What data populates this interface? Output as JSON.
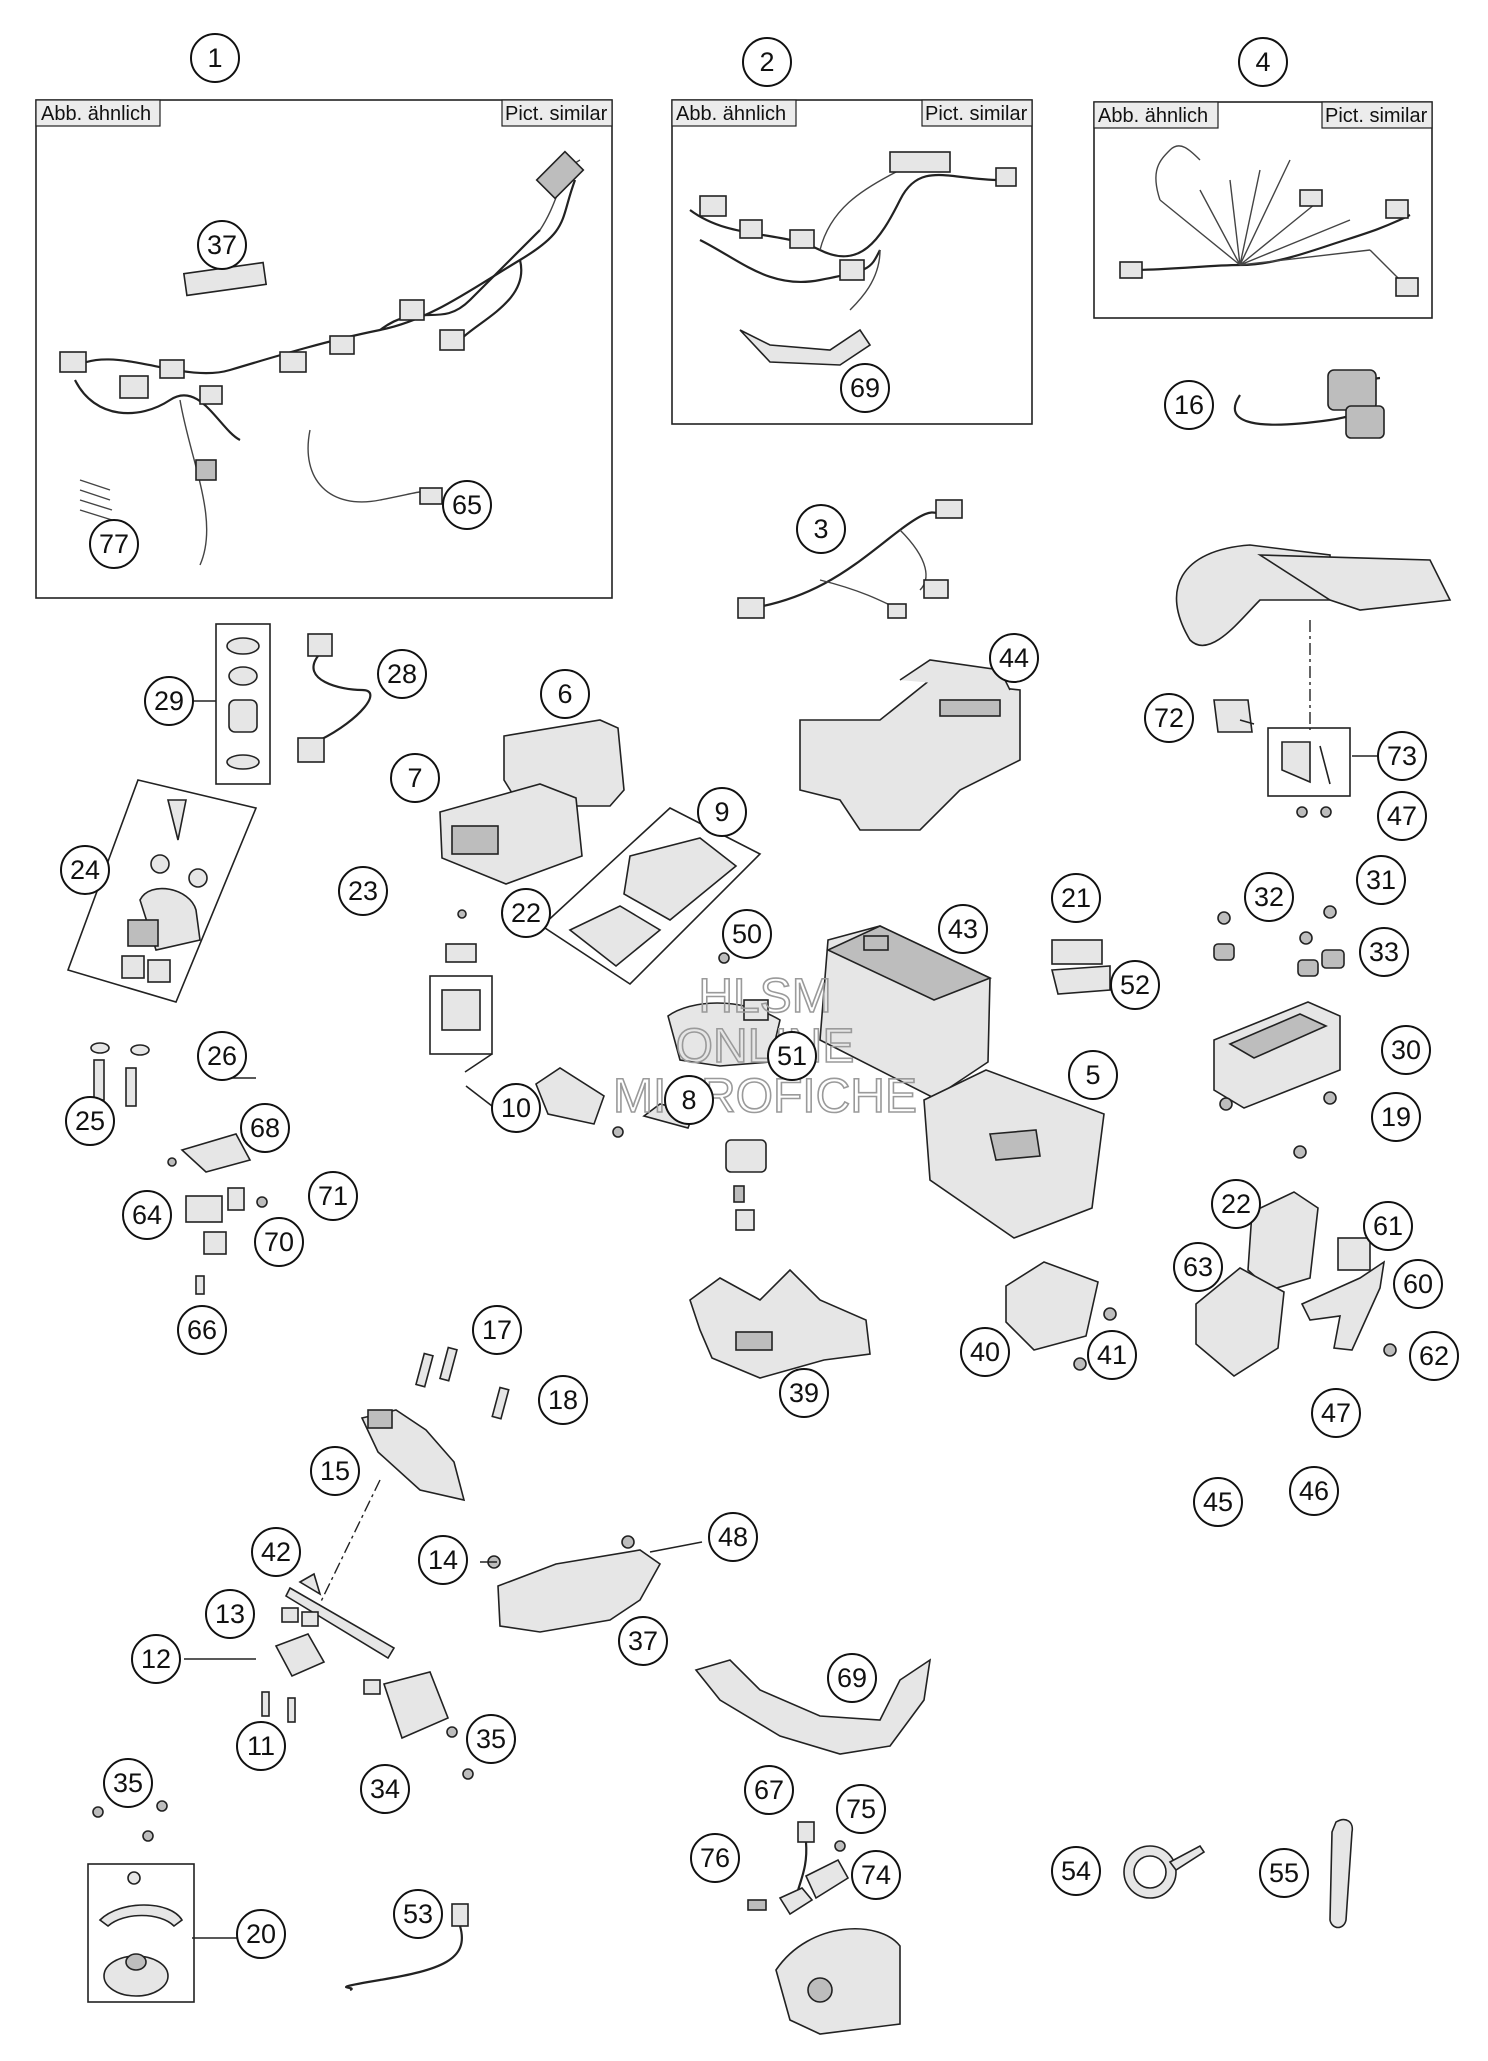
{
  "panel_labels": {
    "de": "Abb. ähnlich",
    "en": "Pict. similar"
  },
  "watermark": [
    "HLSM",
    "ONLINE",
    "MICROFICHE"
  ],
  "callouts": [
    "1",
    "2",
    "4",
    "37",
    "69",
    "65",
    "77",
    "16",
    "3",
    "44",
    "72",
    "73",
    "47",
    "29",
    "28",
    "6",
    "7",
    "9",
    "24",
    "23",
    "22",
    "50",
    "43",
    "21",
    "52",
    "31",
    "32",
    "33",
    "30",
    "19",
    "26",
    "25",
    "10",
    "51",
    "8",
    "5",
    "68",
    "64",
    "71",
    "66",
    "70",
    "22",
    "61",
    "63",
    "60",
    "62",
    "40",
    "41",
    "39",
    "17",
    "18",
    "15",
    "48",
    "14",
    "42",
    "37",
    "13",
    "12",
    "69",
    "11",
    "35",
    "34",
    "47",
    "45",
    "46",
    "67",
    "75",
    "76",
    "74",
    "35",
    "20",
    "53",
    "54",
    "55"
  ]
}
